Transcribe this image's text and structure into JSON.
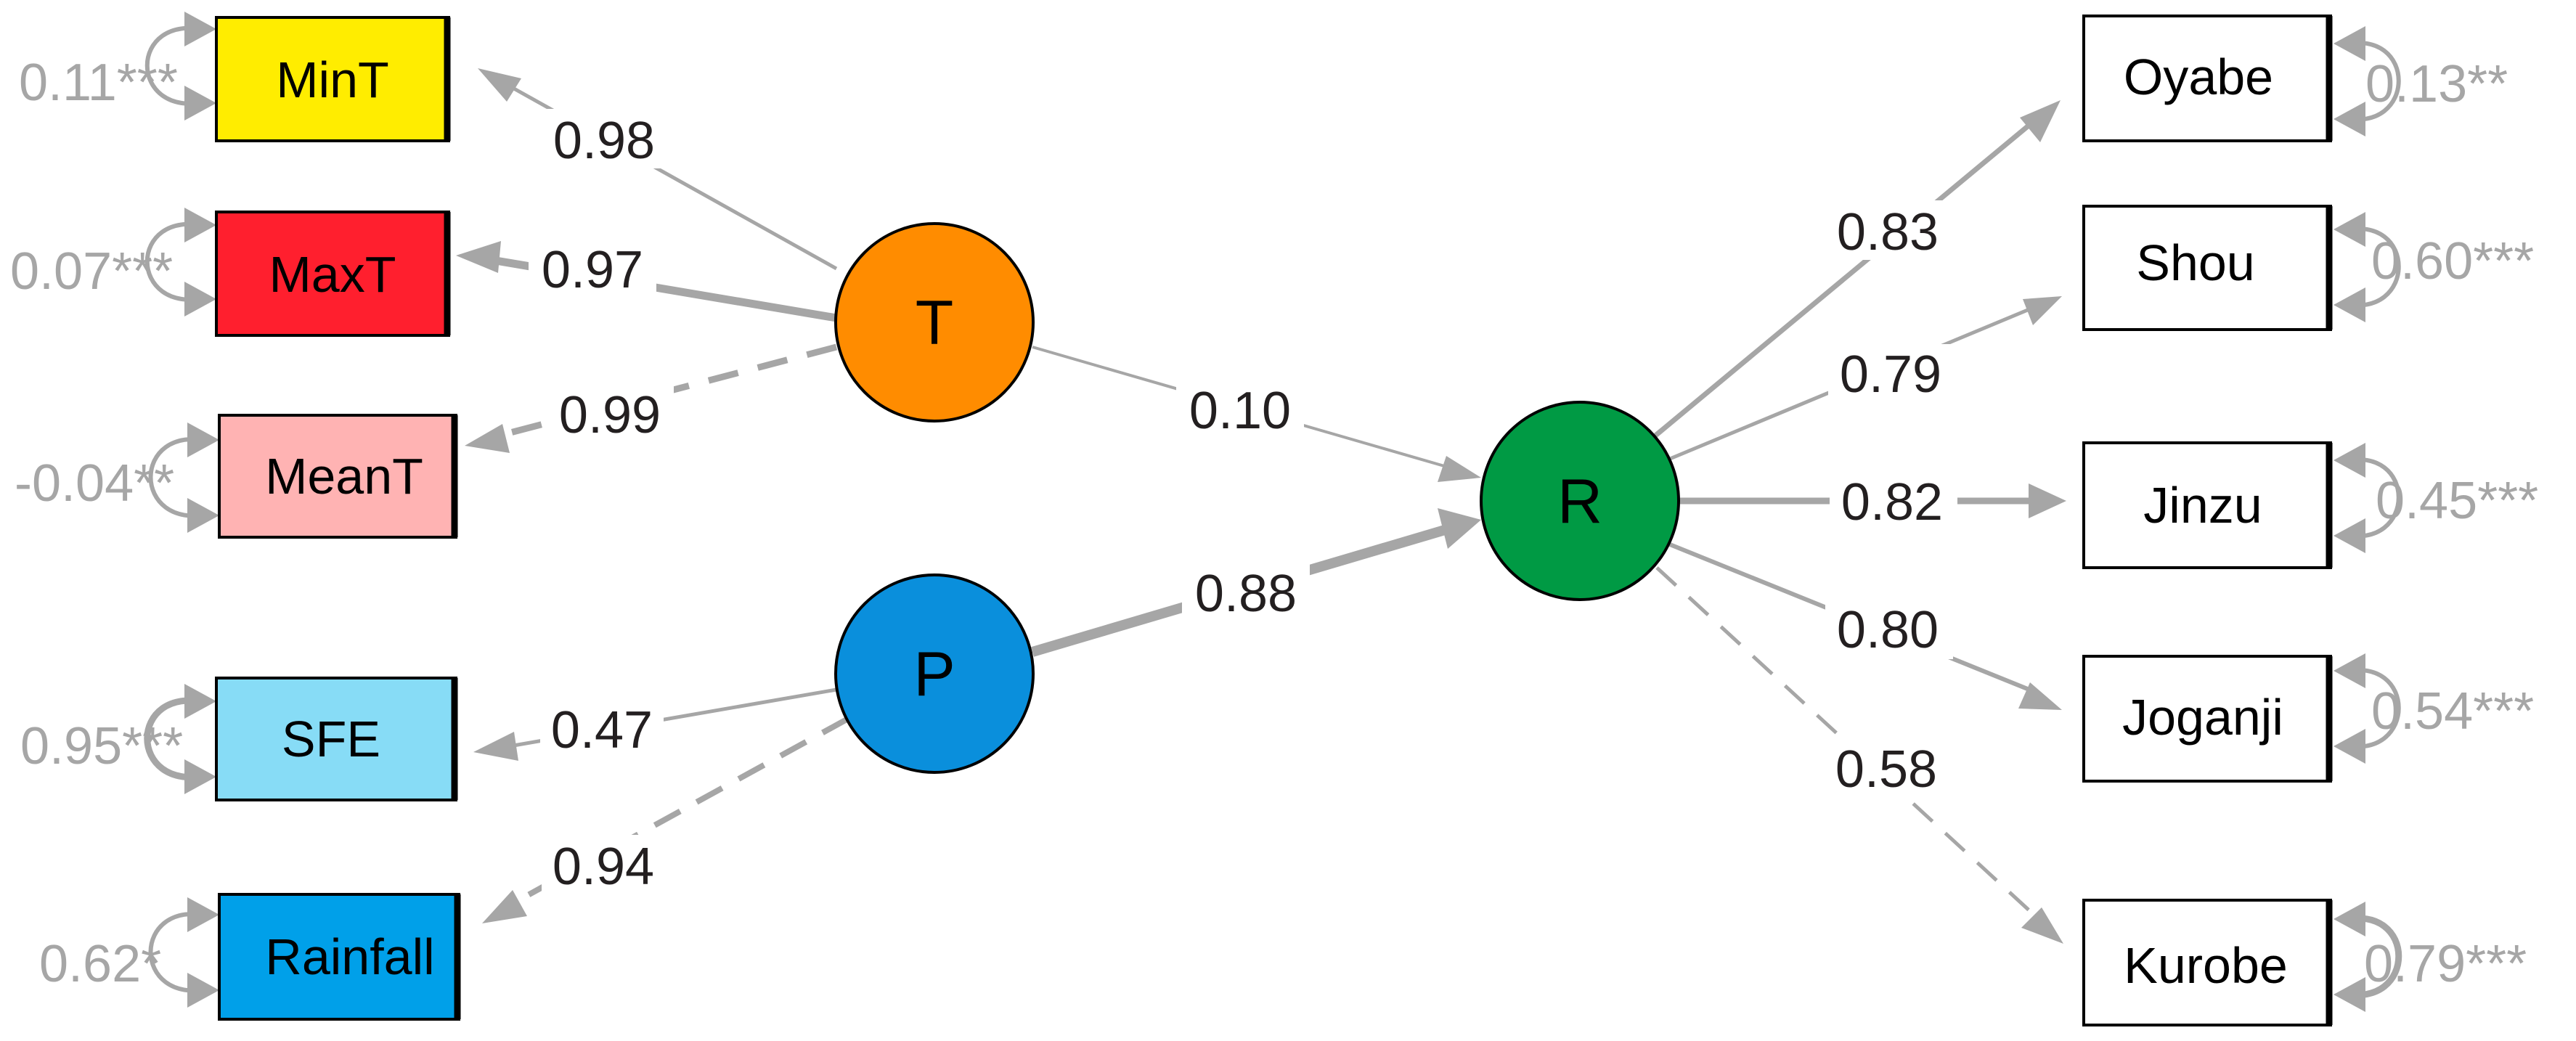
{
  "latent": {
    "T": {
      "label": "T",
      "color": "#ff8c00"
    },
    "P": {
      "label": "P",
      "color": "#0a8fdc"
    },
    "R": {
      "label": "R",
      "color": "#009a44"
    }
  },
  "indicators": {
    "MinT": {
      "label": "MinT",
      "color": "#ffed00",
      "residual": "0.11***"
    },
    "MaxT": {
      "label": "MaxT",
      "color": "#ff1f2e",
      "residual": "0.07***"
    },
    "MeanT": {
      "label": "MeanT",
      "color": "#ffb3b3",
      "residual": "-0.04**"
    },
    "SFE": {
      "label": "SFE",
      "color": "#87dcf6",
      "residual": "0.95***"
    },
    "Rainfall": {
      "label": "Rainfall",
      "color": "#00a0e9",
      "residual": "0.62*"
    },
    "Oyabe": {
      "label": "Oyabe",
      "color": "#ffffff",
      "residual": "0.13**"
    },
    "Shou": {
      "label": "Shou",
      "color": "#ffffff",
      "residual": "0.60***"
    },
    "Jinzu": {
      "label": "Jinzu",
      "color": "#ffffff",
      "residual": "0.45***"
    },
    "Joganji": {
      "label": "Joganji",
      "color": "#ffffff",
      "residual": "0.54***"
    },
    "Kurobe": {
      "label": "Kurobe",
      "color": "#ffffff",
      "residual": "0.79***"
    }
  },
  "paths": {
    "T_MinT": "0.98",
    "T_MaxT": "0.97",
    "T_MeanT": "0.99",
    "T_R": "0.10",
    "P_SFE": "0.47",
    "P_Rainfall": "0.94",
    "P_R": "0.88",
    "R_Oyabe": "0.83",
    "R_Shou": "0.79",
    "R_Jinzu": "0.82",
    "R_Joganji": "0.80",
    "R_Kurobe": "0.58"
  },
  "colors": {
    "arrow": "#a6a6a6",
    "coefficient_text": "#231f20",
    "residual_text": "#a6a6a6"
  }
}
